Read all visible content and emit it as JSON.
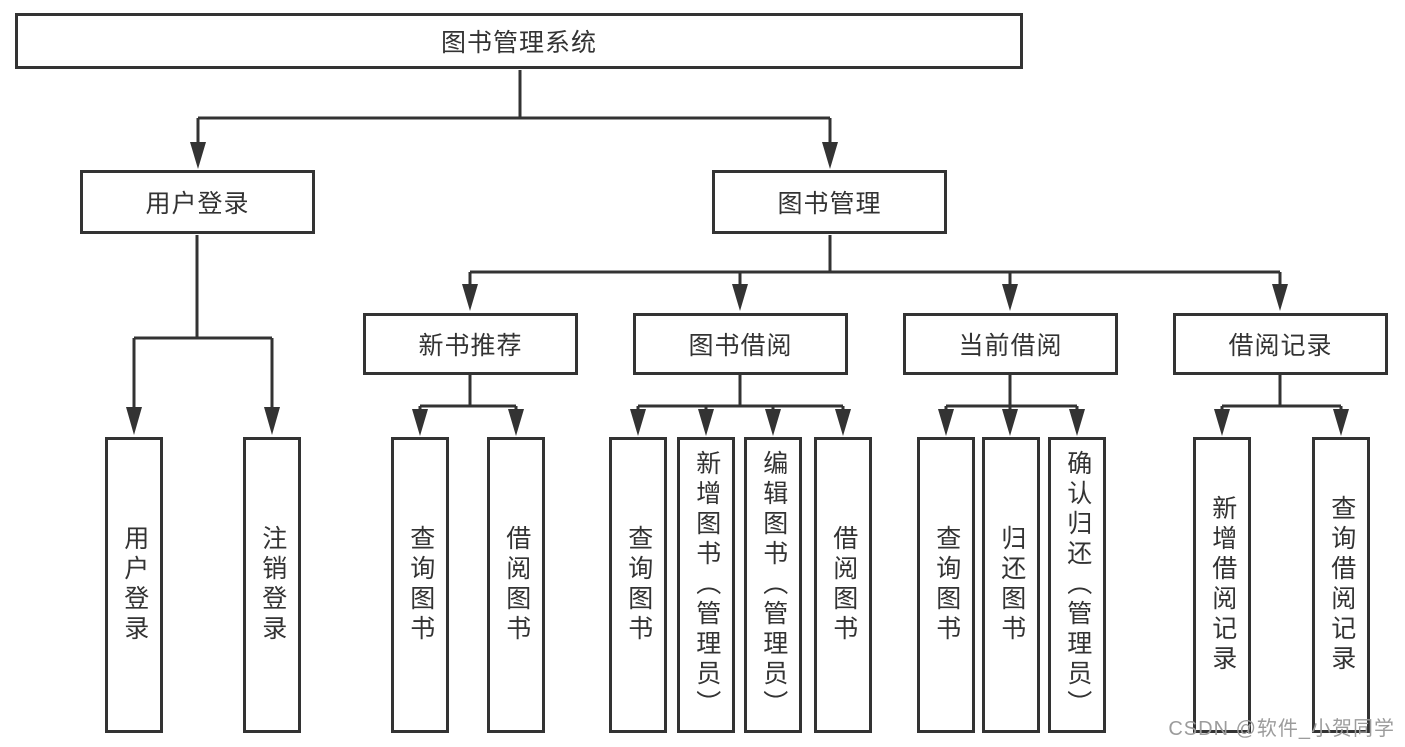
{
  "diagram": {
    "root": {
      "label": "图书管理系统"
    },
    "branches": [
      {
        "label": "用户登录",
        "children": [
          {
            "label": "用户登录"
          },
          {
            "label": "注销登录"
          }
        ]
      },
      {
        "label": "图书管理",
        "children": [
          {
            "label": "新书推荐",
            "children": [
              {
                "label": "查询图书"
              },
              {
                "label": "借阅图书"
              }
            ]
          },
          {
            "label": "图书借阅",
            "children": [
              {
                "label": "查询图书"
              },
              {
                "label": "新增图书（管理员）"
              },
              {
                "label": "编辑图书（管理员）"
              },
              {
                "label": "借阅图书"
              }
            ]
          },
          {
            "label": "当前借阅",
            "children": [
              {
                "label": "查询图书"
              },
              {
                "label": "归还图书"
              },
              {
                "label": "确认归还（管理员）"
              }
            ]
          },
          {
            "label": "借阅记录",
            "children": [
              {
                "label": "新增借阅记录"
              },
              {
                "label": "查询借阅记录"
              }
            ]
          }
        ]
      }
    ]
  },
  "watermark": {
    "text": "CSDN @软件_小贺同学",
    "color": "#9c9c9c"
  },
  "colors": {
    "line": "#333333",
    "box_border": "#333333",
    "box_fill": "#ffffff",
    "text": "#333333",
    "background": "#ffffff"
  }
}
